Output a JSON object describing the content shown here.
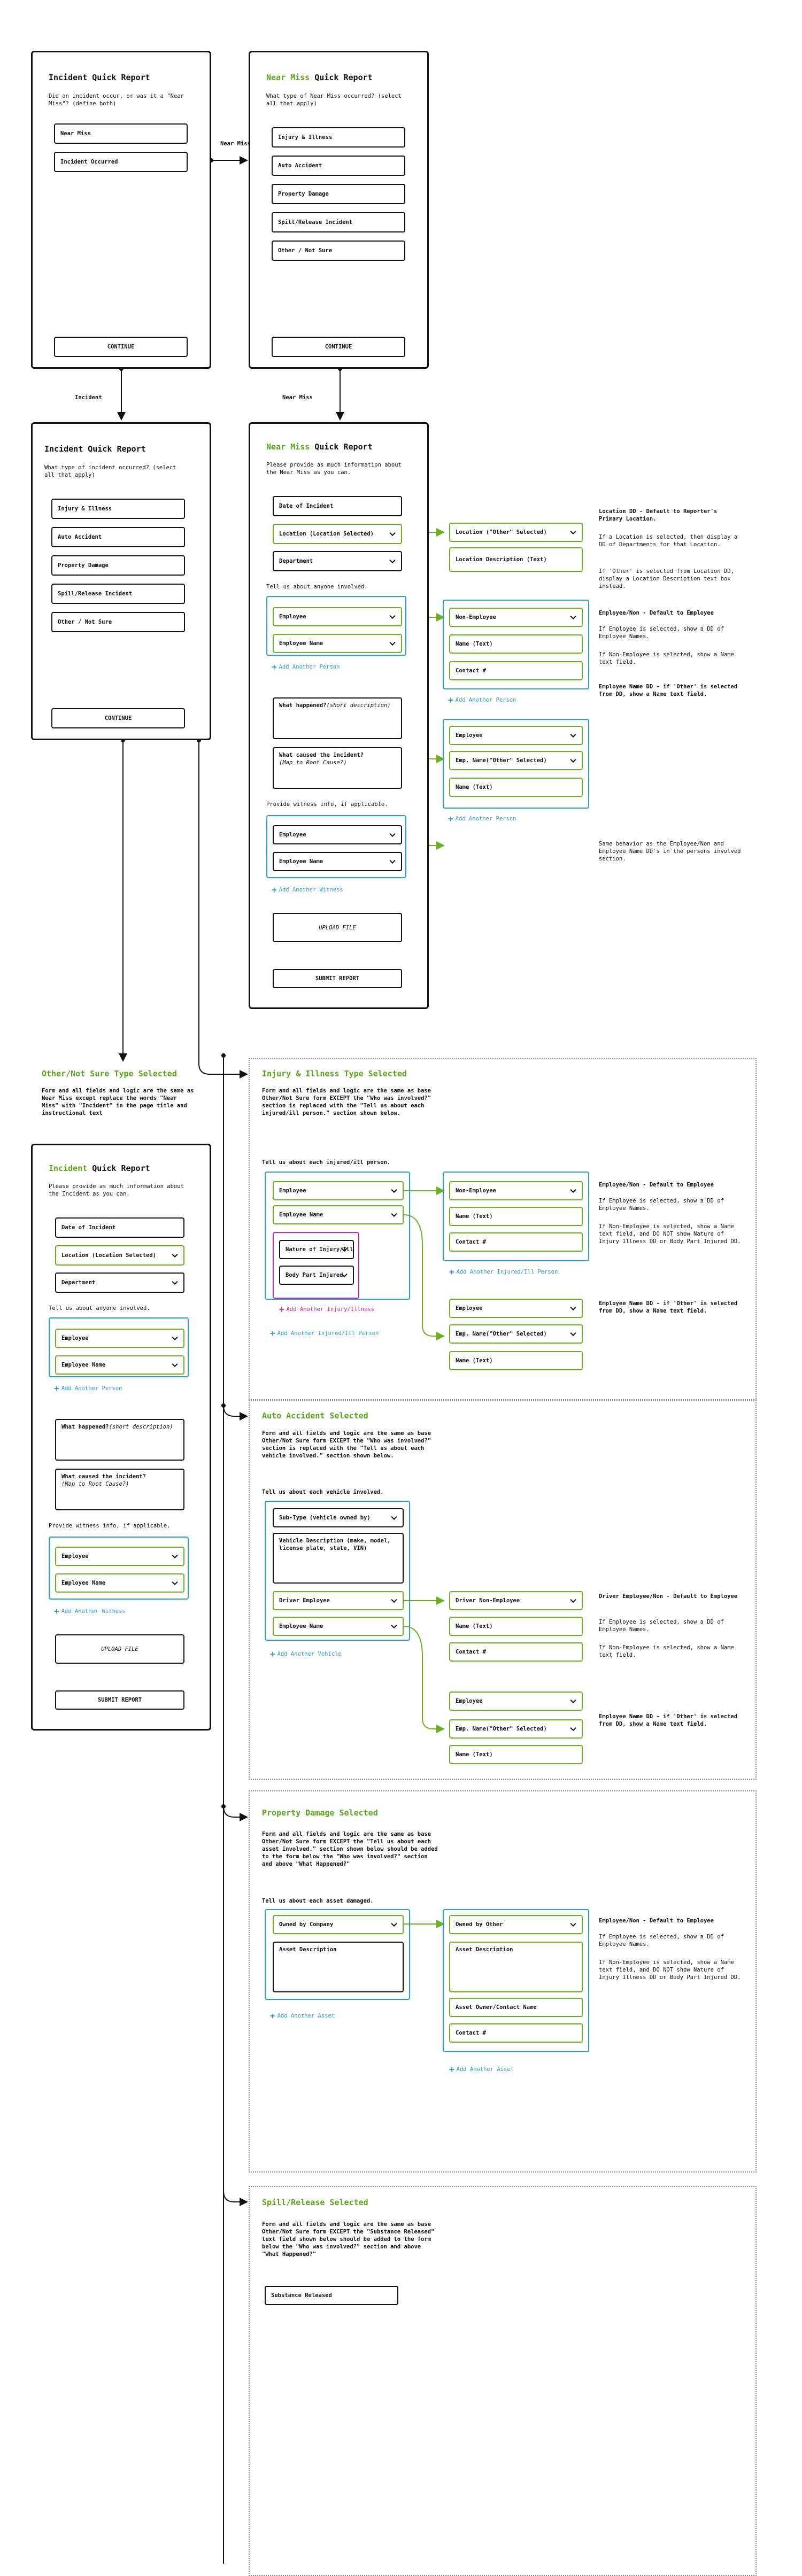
{
  "screens": {
    "s1": {
      "title": "Incident Quick Report",
      "prompt": "Did an incident occur, or was it a \"Near Miss\"? (define both)",
      "opt1": "Near Miss",
      "opt2": "Incident Occurred",
      "continue": "CONTINUE"
    },
    "s2": {
      "title_a": "Near Miss",
      "title_b": " Quick Report",
      "prompt": "What type of Near Miss occurred? (select all that apply)",
      "opts": [
        "Injury & Illness",
        "Auto Accident",
        "Property Damage",
        "Spill/Release Incident",
        "Other / Not Sure"
      ],
      "continue": "CONTINUE"
    },
    "s3": {
      "title": "Incident Quick Report",
      "prompt": "What type of incident occurred? (select all that apply)",
      "opts": [
        "Injury & Illness",
        "Auto Accident",
        "Property Damage",
        "Spill/Release Incident",
        "Other / Not Sure"
      ],
      "continue": "CONTINUE"
    },
    "s4": {
      "title_a": "Near Miss",
      "title_b": " Quick Report",
      "prompt": "Please provide as much information about the Near Miss as you can.",
      "date": "Date of Incident",
      "location": "Location (Location Selected)",
      "department": "Department",
      "anyone": "Tell us about anyone involved.",
      "employee": "Employee",
      "employee_name": "Employee Name",
      "add_person": "Add Another Person",
      "what_happened": "What happened?",
      "what_happened_hint": "(short description)",
      "what_caused": "What caused the incident?",
      "what_caused_hint": "(Map to Root Cause?)",
      "witness": "Provide witness info, if applicable.",
      "w_employee": "Employee",
      "w_employee_name": "Employee Name",
      "add_witness": "Add Another Witness",
      "upload": "UPLOAD FILE",
      "submit": "SUBMIT REPORT"
    },
    "s5": {
      "title_a": "Incident",
      "title_b": " Quick Report",
      "prompt": "Please provide as much information about the Incident as you can.",
      "date": "Date of Incident",
      "location": "Location (Location Selected)",
      "department": "Department",
      "anyone": "Tell us about anyone involved.",
      "employee": "Employee",
      "employee_name": "Employee Name",
      "add_person": "Add Another Person",
      "what_happened": "What happened?",
      "what_happened_hint": "(short description)",
      "what_caused": "What caused the incident?",
      "what_caused_hint": "(Map to Root Cause?)",
      "witness": "Provide witness info, if applicable.",
      "w_employee": "Employee",
      "w_employee_name": "Employee Name",
      "add_witness": "Add Another Witness",
      "upload": "UPLOAD FILE",
      "submit": "SUBMIT REPORT"
    }
  },
  "flow_labels": {
    "near_miss": "Near Miss",
    "incident": "Incident",
    "near_miss2": "Near Miss"
  },
  "nm_side": {
    "loc_other": "Location (\"Other\" Selected)",
    "loc_desc": "Location Description (Text)",
    "non_employee": "Non-Employee",
    "name_text": "Name (Text)",
    "contact": "Contact #",
    "add_person": "Add Another Person",
    "employee": "Employee",
    "emp_other": "Emp. Name(\"Other\" Selected)",
    "name_text2": "Name (Text)",
    "add_person2": "Add Another Person",
    "note_loc_1": "Location DD - Default to Reporter's Primary Location.",
    "note_loc_2": "If a Location is selected, then display a DD of Departments for that Location.",
    "note_loc_3": "If 'Other' is selected from Location DD, display a Location Description text box instead.",
    "note_emp_1": "Employee/Non - Default to Employee",
    "note_emp_2": "If Employee is selected, show a DD of Employee Names.",
    "note_emp_3": "If Non-Employee is selected, show a Name text field.",
    "note_emp_4": "Employee Name DD - if 'Other' is selected from DD, show a Name text field.",
    "note_wit": "Same behavior as the Employee/Non and Employee Name DD's in the persons involved section."
  },
  "other": {
    "heading": "Other/Not Sure Type Selected",
    "desc": "Form and all fields and logic are the same as Near Miss except replace the words \"Near Miss\" with \"Incident\" in the page title and instructional text"
  },
  "injury": {
    "heading": "Injury & Illness Type Selected",
    "desc": "Form and all fields and logic are the same as base Other/Not Sure form EXCEPT the \"Who was involved?\" section is replaced with the \"Tell us about each injured/ill person.\" section shown below.",
    "prompt": "Tell us about each injured/ill person.",
    "employee": "Employee",
    "employee_name": "Employee Name",
    "nature": "Nature of Injury/Illness",
    "body_part": "Body Part Injured",
    "add_injury": "Add Another Injury/Illness",
    "add_person": "Add Another Injured/Ill Person",
    "non_employee": "Non-Employee",
    "name_text": "Name (Text)",
    "contact": "Contact #",
    "add_person2": "Add Another Injured/Ill Person",
    "emp2": "Employee",
    "emp_other": "Emp. Name(\"Other\" Selected)",
    "name_text2": "Name (Text)",
    "note1": "Employee/Non - Default to Employee",
    "note2": "If Employee is selected, show a DD of Employee Names.",
    "note3": "If Non-Employee is selected, show a Name text field, and DO NOT show Nature of Injury Illness DD or Body Part Injured DD.",
    "note4": "Employee Name DD - if 'Other' is selected from DD, show a Name text field."
  },
  "auto": {
    "heading": "Auto Accident Selected",
    "desc": "Form and all fields and logic are the same as base Other/Not Sure form EXCEPT the \"Who was involved?\" section is replaced with the \"Tell us about each vehicle involved.\" section shown below.",
    "prompt": "Tell us about each vehicle involved.",
    "subtype": "Sub-Type (vehicle owned by)",
    "vehicle_desc": "Vehicle Description (make, model, license plate, state, VIN)",
    "driver": "Driver Employee",
    "employee_name": "Employee Name",
    "add_vehicle": "Add Another Vehicle",
    "driver_non": "Driver Non-Employee",
    "name_text": "Name (Text)",
    "contact": "Contact #",
    "employee": "Employee",
    "emp_other": "Emp. Name(\"Other\" Selected)",
    "name_text2": "Name (Text)",
    "note1": "Driver Employee/Non - Default to Employee",
    "note2": "If Employee is selected, show a DD of Employee Names.",
    "note3": "If Non-Employee is selected, show a Name text field.",
    "note4": "Employee Name DD - if 'Other' is selected from DD, show a Name text field."
  },
  "property": {
    "heading": "Property Damage Selected",
    "desc": "Form and all fields and logic are the same as base Other/Not Sure form EXCEPT the \"Tell us about each asset involved.\" section shown below should be added to the form below the \"Who was involved?\" section and above \"What Happened?\"",
    "prompt": "Tell us about each asset damaged.",
    "owned_company": "Owned by Company",
    "asset_desc": "Asset Description",
    "add_asset": "Add Another Asset",
    "owned_other": "Owned by Other",
    "asset_desc2": "Asset Description",
    "owner_name": "Asset Owner/Contact Name",
    "contact": "Contact #",
    "add_asset2": "Add Another Asset",
    "note1": "Employee/Non - Default to Employee",
    "note2": "If Employee is selected, show a DD of Employee Names.",
    "note3": "If Non-Employee is selected, show a Name text field, and DO NOT show Nature of Injury Illness DD or Body Part Injured DD."
  },
  "spill": {
    "heading": "Spill/Release Selected",
    "desc": "Form and all fields and logic are the same as base Other/Not Sure form EXCEPT the \"Substance Released\" text field shown below should be added to the form below the \"Who was involved?\" section and above \"What Happened?\"",
    "substance": "Substance Released"
  }
}
